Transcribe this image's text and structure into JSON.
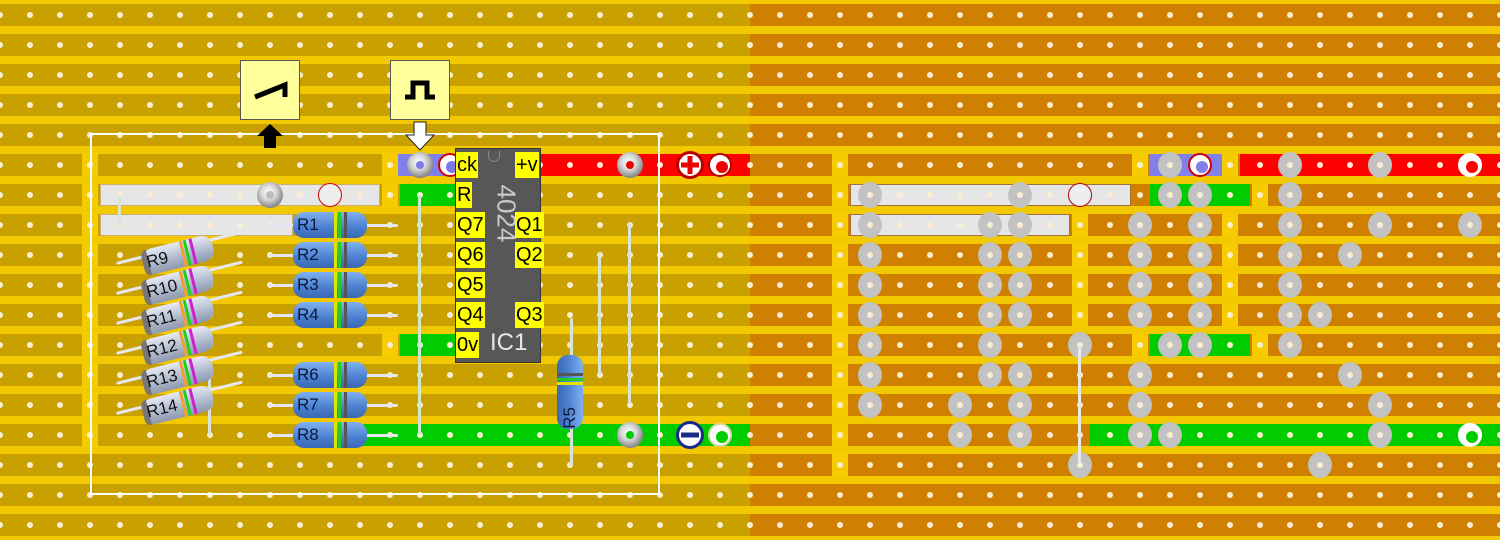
{
  "board": {
    "colors": {
      "component_side_strip": "#c8a000",
      "copper_side_strip": "#d08000",
      "gap": "#f2c800",
      "positive_rail": "#ff0000",
      "negative_rail": "#00cc00",
      "clock_net": "#8080e8",
      "link_net": "#e6e6e6"
    }
  },
  "signals": {
    "ramp_output": {
      "icon": "ramp-wave-icon",
      "arrow": "arrow-up-icon"
    },
    "clock_input": {
      "icon": "square-wave-icon",
      "arrow": "arrow-down-icon"
    }
  },
  "terminals": {
    "positive": {
      "icon": "plus-icon"
    },
    "negative": {
      "icon": "minus-icon"
    }
  },
  "ic": {
    "part": "4024",
    "ref": "IC1",
    "left_pins": [
      "ck",
      "R",
      "Q7",
      "Q6",
      "Q5",
      "Q4",
      "0v"
    ],
    "right_pins": [
      "+v",
      "Q1",
      "Q2",
      "Q3"
    ]
  },
  "resistors": {
    "blue": [
      "R1",
      "R2",
      "R3",
      "R4",
      "R6",
      "R7",
      "R8"
    ],
    "r5": "R5",
    "gray": [
      "R9",
      "R10",
      "R11",
      "R12",
      "R13",
      "R14"
    ]
  }
}
